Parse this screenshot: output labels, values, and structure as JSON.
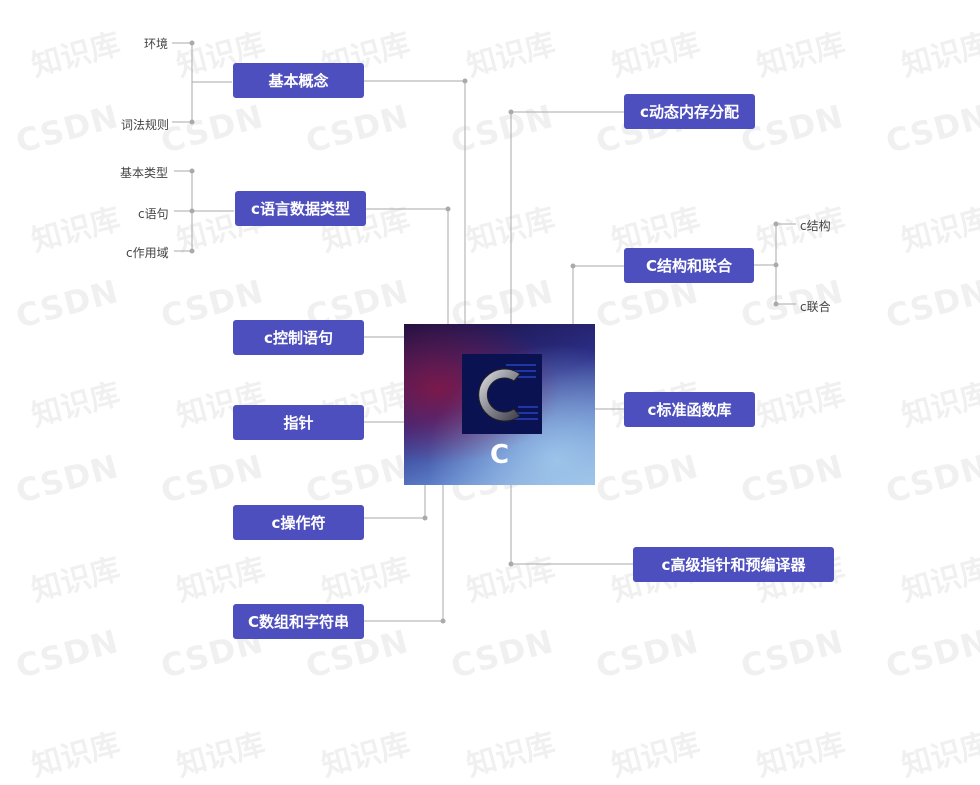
{
  "center": {
    "label": "C"
  },
  "branches": {
    "basic_concepts": {
      "label": "基本概念",
      "children": [
        "环境",
        "词法规则"
      ]
    },
    "data_types": {
      "label": "c语言数据类型",
      "children": [
        "基本类型",
        "c语句",
        "c作用域"
      ]
    },
    "control": {
      "label": "c控制语句"
    },
    "pointer": {
      "label": "指针"
    },
    "operators": {
      "label": "c操作符"
    },
    "arrays": {
      "label": "C数组和字符串"
    },
    "dynamic_memory": {
      "label": "c动态内存分配"
    },
    "struct_union": {
      "label": "C结构和联合",
      "children": [
        "c结构",
        "c联合"
      ]
    },
    "stdlib": {
      "label": "c标准函数库"
    },
    "advanced": {
      "label": "c高级指针和预编译器"
    }
  },
  "watermarks": {
    "zh": "知识库",
    "en": "CSDN"
  },
  "colors": {
    "node": "#4e4fbf",
    "line": "#aaaaaa",
    "node_text": "#ffffff"
  }
}
